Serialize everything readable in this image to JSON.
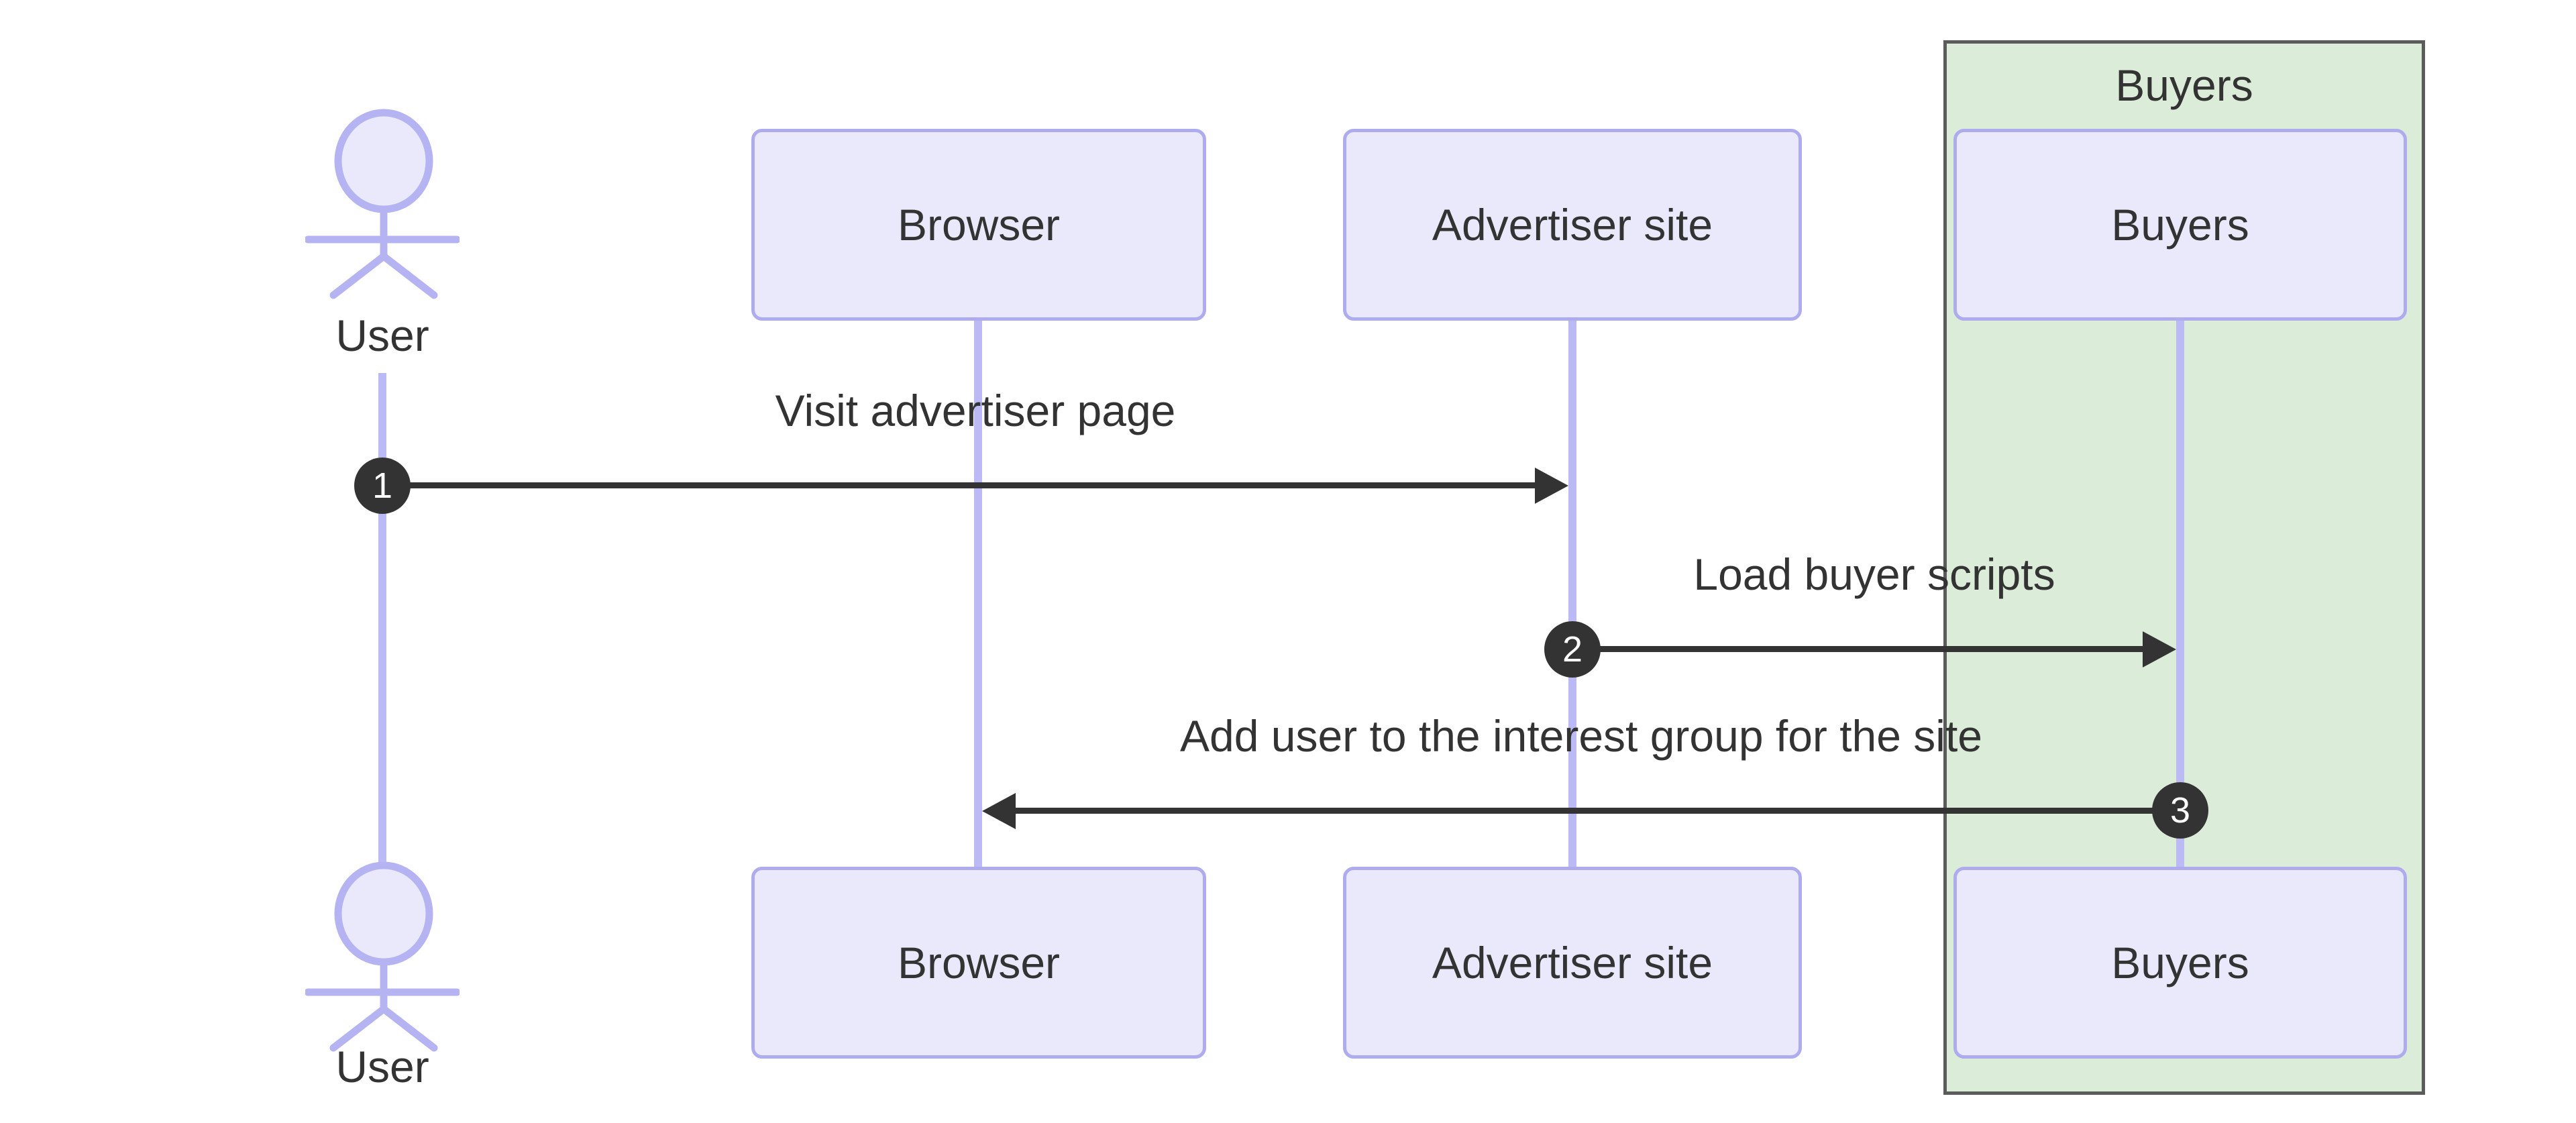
{
  "diagram": {
    "type": "sequence-diagram",
    "group": {
      "label": "Buyers"
    },
    "actors": [
      {
        "id": "user",
        "label": "User",
        "kind": "actor"
      },
      {
        "id": "browser",
        "label": "Browser",
        "kind": "participant"
      },
      {
        "id": "advertiser",
        "label": "Advertiser site",
        "kind": "participant"
      },
      {
        "id": "buyers",
        "label": "Buyers",
        "kind": "participant",
        "group": "Buyers"
      }
    ],
    "messages": [
      {
        "number": "1",
        "label": "Visit advertiser page",
        "from": "User",
        "to": "Advertiser site",
        "direction": "right"
      },
      {
        "number": "2",
        "label": "Load buyer scripts",
        "from": "Advertiser site",
        "to": "Buyers",
        "direction": "right"
      },
      {
        "number": "3",
        "label": "Add user to the interest group for the site",
        "from": "Buyers",
        "to": "Browser",
        "direction": "left"
      }
    ]
  },
  "colors": {
    "bg": "#ffffff",
    "ink": "#333333",
    "node_fill": "#e9e9fb",
    "node_border": "#aeabef",
    "lifeline": "#bcbaf5",
    "actor_stroke": "#b6b3f2",
    "group_fill": "#dbedd8",
    "group_border": "#5b5b5b",
    "arrow": "#333333",
    "badge_bg": "#333333",
    "badge_text": "#ffffff"
  }
}
